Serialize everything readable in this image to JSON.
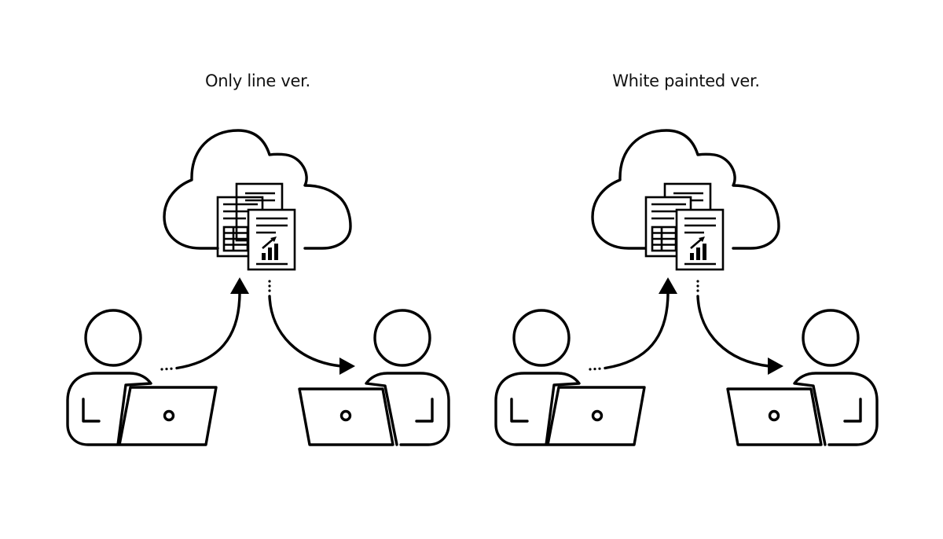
{
  "variants": [
    {
      "id": "only-line",
      "title": "Only line ver.",
      "fill": "none"
    },
    {
      "id": "white-painted",
      "title": "White painted ver.",
      "fill": "#ffffff"
    }
  ],
  "colors": {
    "line": "#000000",
    "background": "#ffffff"
  },
  "icons": [
    "cloud-icon",
    "document-stack-icon",
    "spreadsheet-icon",
    "bar-chart-icon",
    "upload-arrow-icon",
    "download-arrow-icon",
    "person-icon",
    "laptop-icon"
  ]
}
